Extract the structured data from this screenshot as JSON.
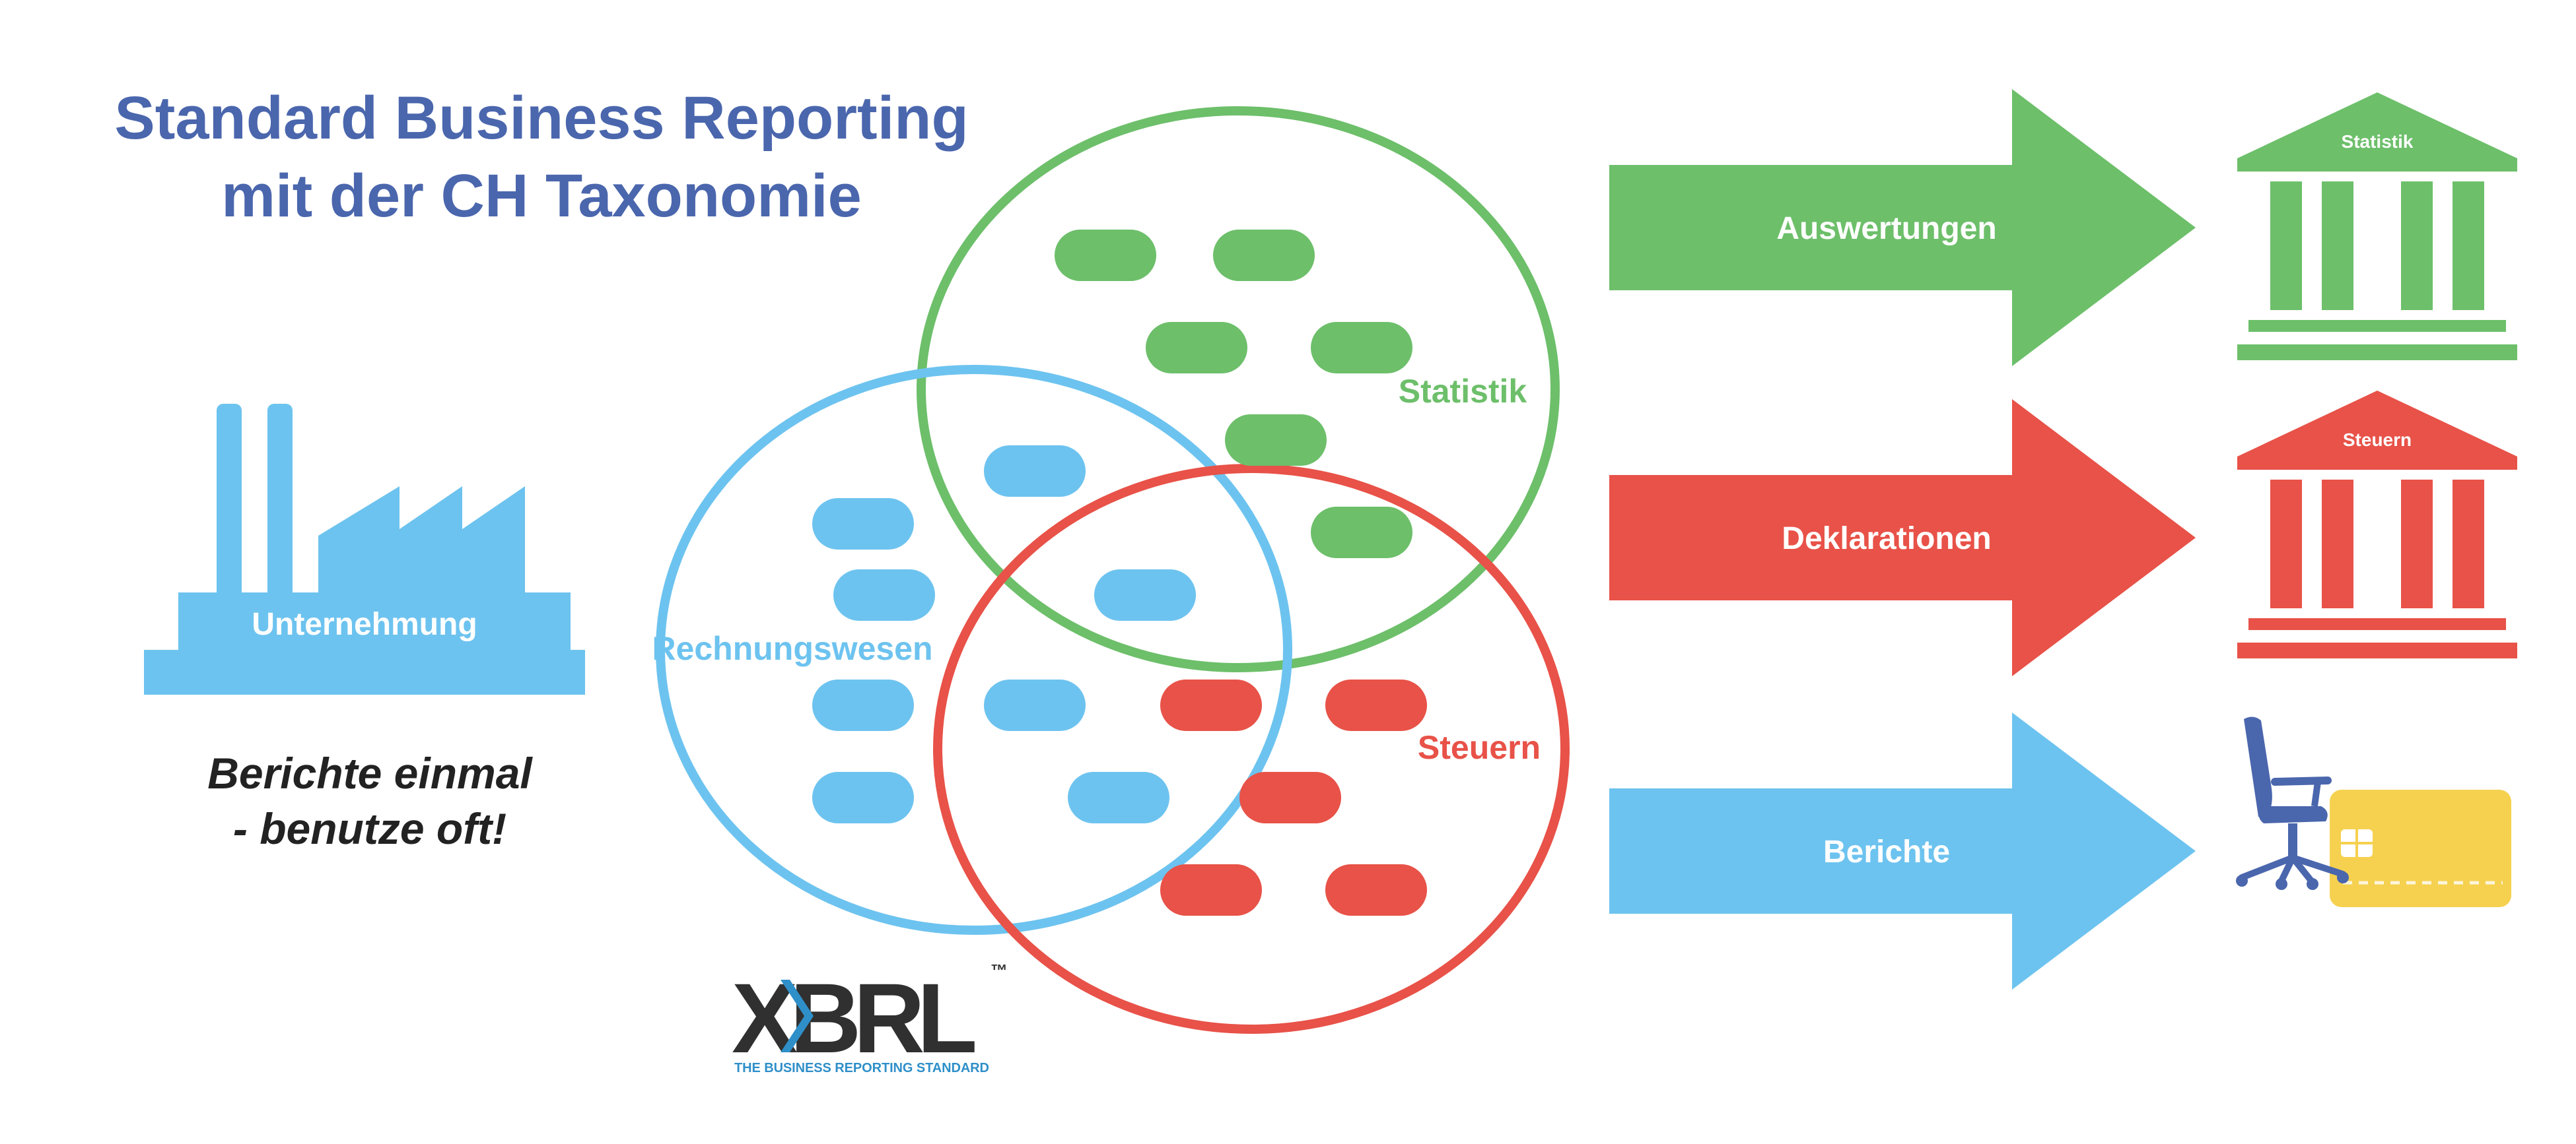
{
  "title": {
    "line1": "Standard Business Reporting",
    "line2": "mit der CH Taxonomie"
  },
  "tagline": {
    "line1": "Berichte einmal",
    "line2": "- benutze oft!"
  },
  "source": {
    "label": "Unternehmung",
    "icon": "factory-icon"
  },
  "circles": {
    "statistik": "Statistik",
    "rechnungswesen": "Rechnungswesen",
    "steuern": "Steuern"
  },
  "arrows": [
    {
      "label": "Auswertungen",
      "color": "#6dbf6a"
    },
    {
      "label": "Deklarationen",
      "color": "#e85248"
    },
    {
      "label": "Berichte",
      "color": "#6dc3ef"
    }
  ],
  "targets": {
    "statistik": {
      "label": "Statistik",
      "icon": "bank-building-icon"
    },
    "steuern": {
      "label": "Steuern",
      "icon": "bank-building-icon"
    },
    "berichte": {
      "chair_icon": "office-chair-icon",
      "card_icon": "credit-card-icon"
    }
  },
  "logo": {
    "name": "xbrl-logo",
    "wordmark": "XBRL",
    "trademark": "™",
    "tagline": "THE BUSINESS REPORTING STANDARD"
  },
  "colors": {
    "title": "#4a66ad",
    "green": "#6dbf6a",
    "red": "#e85248",
    "blue": "#6dc3ef",
    "chair": "#4a66ad",
    "card": "#f5d14f",
    "logo_dark": "#303030",
    "logo_blue": "#2f8fc9"
  }
}
